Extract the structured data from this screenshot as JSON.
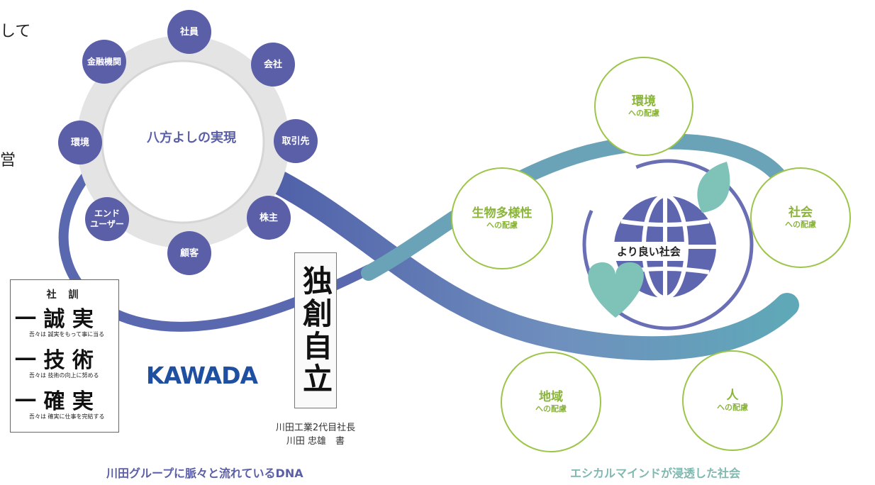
{
  "left_diagram": {
    "center_label": "八方よしの実現",
    "nodes": [
      {
        "label": "社員"
      },
      {
        "label": "会社"
      },
      {
        "label": "取引先"
      },
      {
        "label": "株主"
      },
      {
        "label": "顧客"
      },
      {
        "label": "エンド\nユーザー"
      },
      {
        "label": "環境"
      },
      {
        "label": "金融機関"
      }
    ]
  },
  "motto_board": {
    "heading": "社 訓",
    "lines": [
      {
        "big": "一 誠 実",
        "small": "吾々は 誠実をもって事に当る"
      },
      {
        "big": "一 技 術",
        "small": "吾々は 技術の向上に努める"
      },
      {
        "big": "一 確 実",
        "small": "吾々は 確実に仕事を完結する"
      }
    ]
  },
  "logo_text": "KAWADA",
  "calligraphy": {
    "text": "独創自立",
    "author_line1": "川田工業2代目社長",
    "author_line2": "川田 忠雄　書"
  },
  "left_caption": "川田グループに脈々と流れているDNA",
  "right_diagram": {
    "center_label": "より良い社会",
    "circles": [
      {
        "title": "環境",
        "sub": "への配慮"
      },
      {
        "title": "生物多様性",
        "sub": "への配慮"
      },
      {
        "title": "社会",
        "sub": "への配慮"
      },
      {
        "title": "地域",
        "sub": "への配慮"
      },
      {
        "title": "人",
        "sub": "への配慮"
      }
    ]
  },
  "right_caption": "エシカルマインドが浸透した社会",
  "edge_text": {
    "top": "して",
    "middle": "営"
  },
  "colors": {
    "node_purple": "#5b5fa8",
    "ribbon_blue": "#5a72b0",
    "ribbon_teal": "#5fa3b8",
    "green_border": "#9dc54a",
    "green_text": "#8ab53a",
    "leaf_teal": "#7fc2b8",
    "caption_left": "#5b5fa8",
    "caption_right": "#7fb8b0"
  }
}
